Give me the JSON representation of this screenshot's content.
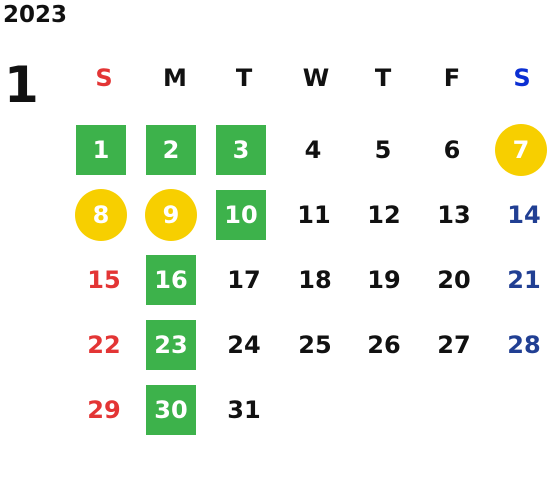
{
  "calendar": {
    "year": "2023",
    "month": "1",
    "weekdays": [
      "S",
      "M",
      "T",
      "W",
      "T",
      "F",
      "S"
    ],
    "weekday_colors": {
      "sunday": "#e33535",
      "saturday": "#0b2fd3",
      "regular": "#111111"
    },
    "highlight_colors": {
      "green": "#3db24b",
      "yellow": "#f7cf00"
    },
    "days": [
      "1",
      "2",
      "3",
      "4",
      "5",
      "6",
      "7",
      "8",
      "9",
      "10",
      "11",
      "12",
      "13",
      "14",
      "15",
      "16",
      "17",
      "18",
      "19",
      "20",
      "21",
      "22",
      "23",
      "24",
      "25",
      "26",
      "27",
      "28",
      "29",
      "30",
      "31"
    ]
  }
}
